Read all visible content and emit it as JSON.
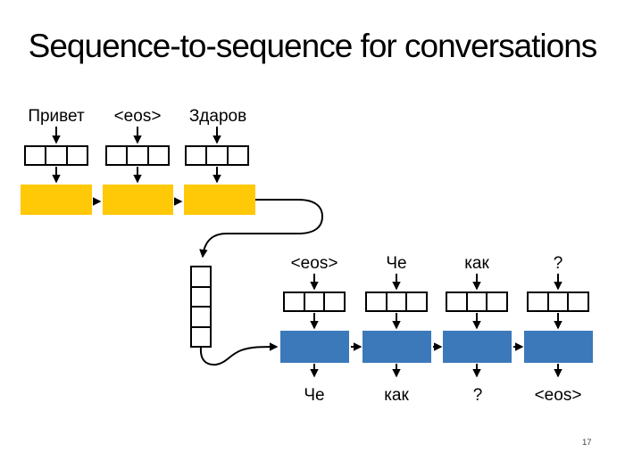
{
  "slide": {
    "title": "Sequence-to-sequence for conversations",
    "page_number": "17"
  },
  "colors": {
    "encoder_block": "#FFC907",
    "decoder_block": "#3C79BB",
    "stroke": "#000000",
    "background": "#FFFFFF",
    "page_number": "#404040"
  },
  "encoder": {
    "input_tokens": [
      "Привет",
      "<eos>",
      "Здаров"
    ]
  },
  "decoder": {
    "input_tokens": [
      "<eos>",
      "Че",
      "как",
      "?"
    ],
    "output_tokens": [
      "Че",
      "как",
      "?",
      "<eos>"
    ]
  }
}
